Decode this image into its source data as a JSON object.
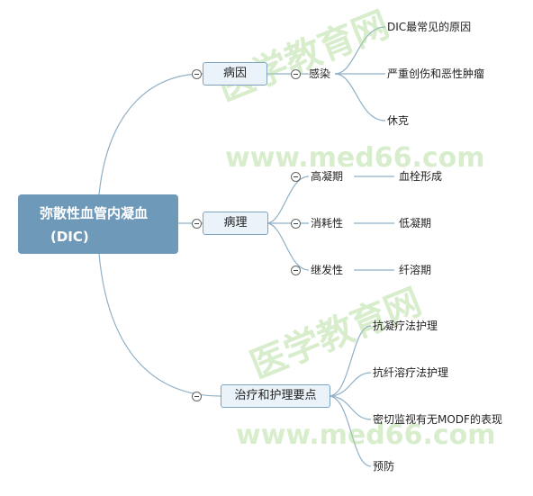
{
  "root": {
    "line1": "弥散性血管内凝血",
    "line2": "(DIC)"
  },
  "branches": {
    "cause": {
      "label": "病因",
      "sub": "感染",
      "children": [
        "DIC最常见的原因",
        "严重创伤和恶性肿瘤",
        "休克"
      ]
    },
    "pathology": {
      "label": "病理",
      "items": [
        {
          "label": "高凝期",
          "child": "血栓形成"
        },
        {
          "label": "消耗性",
          "child": "低凝期"
        },
        {
          "label": "继发性",
          "child": "纤溶期"
        }
      ]
    },
    "treatment": {
      "label": "治疗和护理要点",
      "children": [
        "抗凝疗法护理",
        "抗纤溶疗法护理",
        "密切监视有无MODF的表现",
        "预防"
      ]
    }
  },
  "watermark": {
    "cn": "医学教育网",
    "url": "www.med66.com"
  },
  "colors": {
    "line": "#8fb0c6",
    "root_fill": "#6f99b8",
    "topic_fill": "#eaf3fa",
    "watermark": "#a8d890"
  }
}
